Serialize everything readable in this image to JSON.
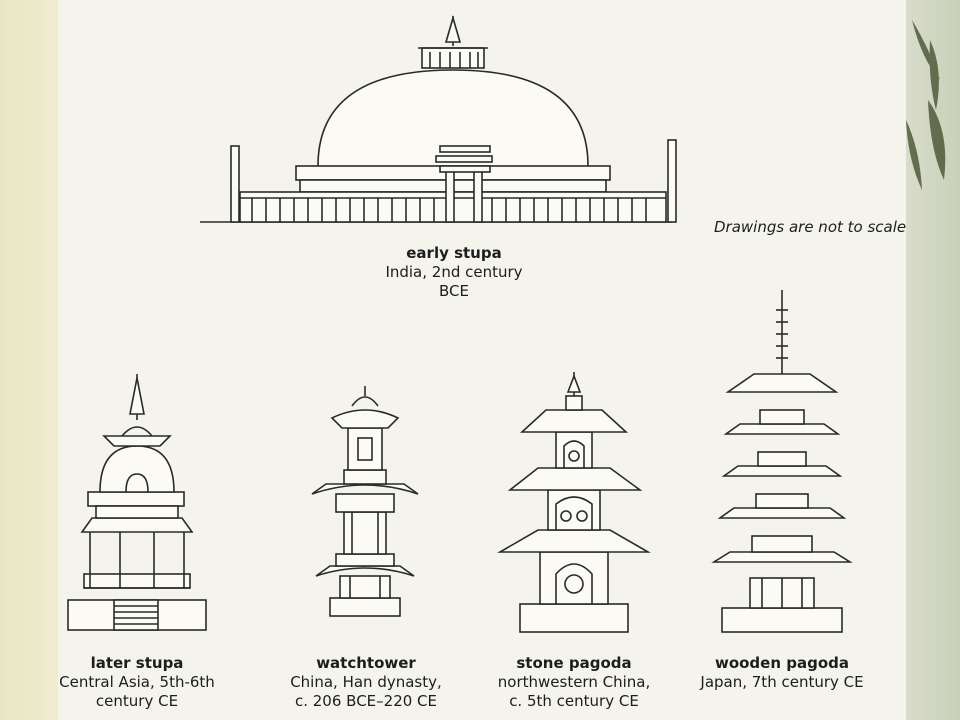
{
  "note": "Drawings are not to scale",
  "figures": {
    "early_stupa": {
      "title": "early stupa",
      "subtitle": "India, 2nd century BCE"
    },
    "later_stupa": {
      "title": "later stupa",
      "line1": "Central Asia, 5th-6th",
      "line2": "century CE"
    },
    "watchtower": {
      "title": "watchtower",
      "line1": "China, Han dynasty,",
      "line2": "c. 206 BCE–220 CE"
    },
    "stone_pagoda": {
      "title": "stone pagoda",
      "line1": "northwestern China,",
      "line2": "c. 5th century CE"
    },
    "wooden_pagoda": {
      "title": "wooden pagoda",
      "line1": "Japan, 7th century CE"
    }
  },
  "colors": {
    "ink": "#2a2a2a",
    "page": "#f4f3ec",
    "background": "#ece9c7"
  }
}
